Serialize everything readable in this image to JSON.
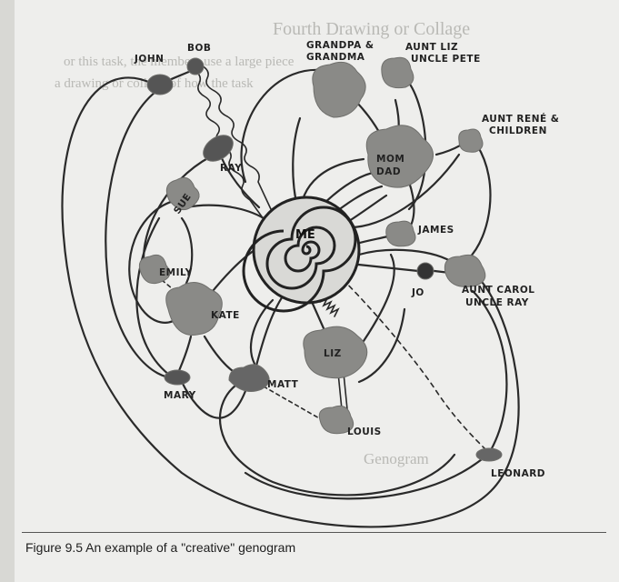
{
  "figure": {
    "caption": "Figure 9.5 An example of a \"creative\" genogram",
    "center_label": "ME",
    "people": {
      "john": "JOHN",
      "bob": "BOB",
      "grandparents": [
        "GRANDPA &",
        "GRANDMA"
      ],
      "aunt_liz": [
        "AUNT LIZ",
        "UNCLE PETE"
      ],
      "aunt_rene": [
        "AUNT RENÉ &",
        "CHILDREN"
      ],
      "mom_dad": [
        "MOM",
        "DAD"
      ],
      "ray": "RAY",
      "sue": "SUE",
      "emily": "EMILY",
      "kate": "KATE",
      "mary": "MARY",
      "matt": "MATT",
      "liz": "LIZ",
      "louis": "LOUIS",
      "james": "JAMES",
      "jo": "JO",
      "aunt_carol": [
        "AUNT CAROL",
        "UNCLE RAY"
      ],
      "leonard": "LEONARD"
    },
    "background_text": {
      "heading": "Fourth Drawing or Collage",
      "line1": "or this task, the members use a large piece",
      "line2": "a drawing or collage of how the task",
      "footer_heading": "Genogram"
    }
  }
}
